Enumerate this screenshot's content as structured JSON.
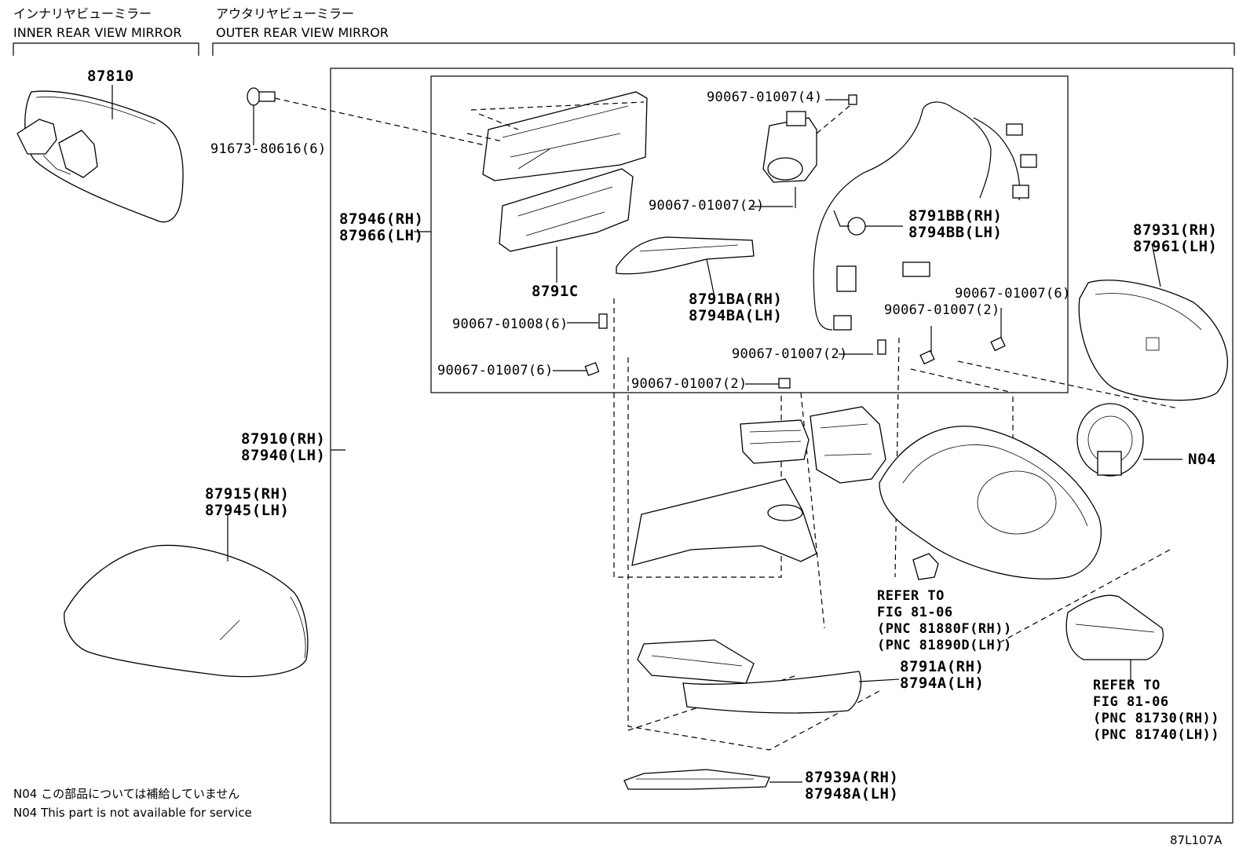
{
  "headers": {
    "inner_jp": "インナリヤビューミラー",
    "inner_en": "INNER REAR VIEW MIRROR",
    "outer_jp": "アウタリヤビューミラー",
    "outer_en": "OUTER REAR VIEW MIRROR"
  },
  "labels": {
    "p87810": "87810",
    "p91673": "91673-80616(6)",
    "p87946": "87946(RH)",
    "p87966": "87966(LH)",
    "p8791C": "8791C",
    "p90067_4": "90067-01007(4)",
    "p90067_2a": "90067-01007(2)",
    "p8791BB": "8791BB(RH)",
    "p8794BB": "8794BB(LH)",
    "p8791BA": "8791BA(RH)",
    "p8794BA": "8794BA(LH)",
    "p90067_08": "90067-01008(6)",
    "p90067_6a": "90067-01007(6)",
    "p90067_2b": "90067-01007(2)",
    "p90067_2c": "90067-01007(2)",
    "p90067_2d": "90067-01007(2)",
    "p90067_6b": "90067-01007(6)",
    "p87931": "87931(RH)",
    "p87961": "87961(LH)",
    "p87910": "87910(RH)",
    "p87940": "87940(LH)",
    "n04": "N04",
    "p87915": "87915(RH)",
    "p87945": "87945(LH)",
    "p8791A": "8791A(RH)",
    "p8794A": "8794A(LH)",
    "p87939A": "87939A(RH)",
    "p87948A": "87948A(LH)"
  },
  "refs": {
    "ref1": [
      "REFER TO",
      "FIG 81-06",
      "(PNC 81880F(RH))",
      "(PNC 81890D(LH))"
    ],
    "ref2": [
      "REFER TO",
      "FIG 81-06",
      "(PNC 81730(RH))",
      "(PNC 81740(LH))"
    ]
  },
  "notes": {
    "jp": "N04 この部品については補給していません",
    "en": "N04 This part is not available for service"
  },
  "figure_code": "87L107A"
}
